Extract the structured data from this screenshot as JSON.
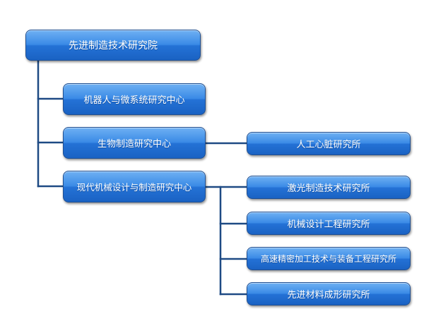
{
  "root": {
    "label": "先进制造技术研究院"
  },
  "centers": [
    {
      "label": "机器人与微系统研究中心"
    },
    {
      "label": "生物制造研究中心"
    },
    {
      "label": "现代机械设计与制造研究中心"
    }
  ],
  "institutes": [
    {
      "label": "人工心脏研究所"
    },
    {
      "label": "激光制造技术研究所"
    },
    {
      "label": "机械设计工程研究所"
    },
    {
      "label": "高速精密加工技术与装备工程研究所"
    },
    {
      "label": "先进材料成形研究所"
    }
  ],
  "colors": {
    "node_fill": "#2f7fe0",
    "node_border": "#1f4f92",
    "connector": "#1e4a84",
    "text": "#ffffff"
  }
}
